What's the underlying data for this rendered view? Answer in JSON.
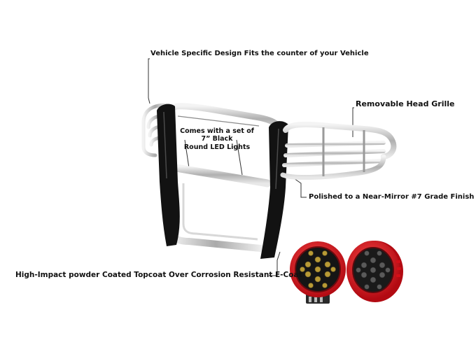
{
  "labels": {
    "vehicle_design": "Vehicle Specific Design Fits the counter of your Vehicle",
    "head_grille": "Removable Head Grille",
    "led_lights_line1": "Comes with a set of 7” Black",
    "led_lights_line2": "Round LED Lights",
    "polish_finish": "Polished to a Near-Mirror #7 Grade Finish",
    "topcoat": "High-Impact powder Coated Topcoat Over Corrosion Resistant E-Coat"
  },
  "colors": {
    "steel_light": "#e6e6e6",
    "steel_mid": "#b5b5b5",
    "steel_dark": "#6f6f6f",
    "upright_black": "#121212",
    "light_housing_red": "#e1121b",
    "lens_black": "#151515",
    "led_amber": "#b89a35",
    "led_gray": "#5a5a5a",
    "callout_line": "#333333"
  },
  "icons": {
    "grille_guard": "grille-guard-illustration",
    "led_light_front": "led-light-front-icon",
    "led_light_angled": "led-light-angled-icon"
  }
}
